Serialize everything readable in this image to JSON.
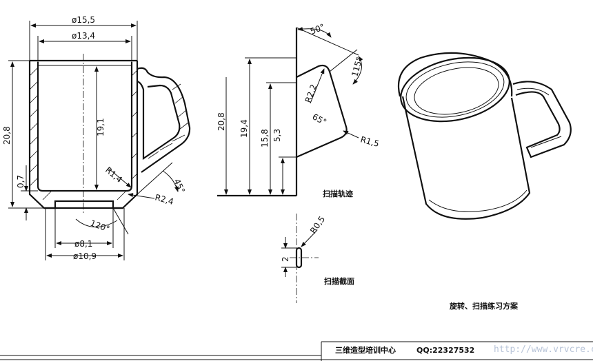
{
  "mug_section": {
    "dims": {
      "outer_diameter": "ø15,5",
      "inner_diameter": "ø13,4",
      "height_total": "20,8",
      "inner_height": "19,1",
      "bottom_thickness": "0,7",
      "fillet_r14": "R1,4",
      "fillet_r24": "R2,4",
      "angle_45": "45°",
      "angle_120": "120°",
      "foot_inner": "ø8,1",
      "foot_outer": "ø10,9"
    }
  },
  "sweep_path": {
    "dims": {
      "angle_50": "50°",
      "angle_115": "115°",
      "r22": "R2,2",
      "angle_65": "65°",
      "r15": "R1,5",
      "h208": "20,8",
      "h194": "19,4",
      "h158": "15,8",
      "h53": "5,3"
    },
    "caption": "扫描轨迹"
  },
  "sweep_section": {
    "dims": {
      "r05": "R0,5",
      "width": "2"
    },
    "caption": "扫描截面"
  },
  "render_caption": "旋转、扫描练习方案",
  "footer": {
    "center_name": "三维造型培训中心",
    "qq": "QQ:22327532",
    "watermark": "http://www.vrvcre.com"
  }
}
